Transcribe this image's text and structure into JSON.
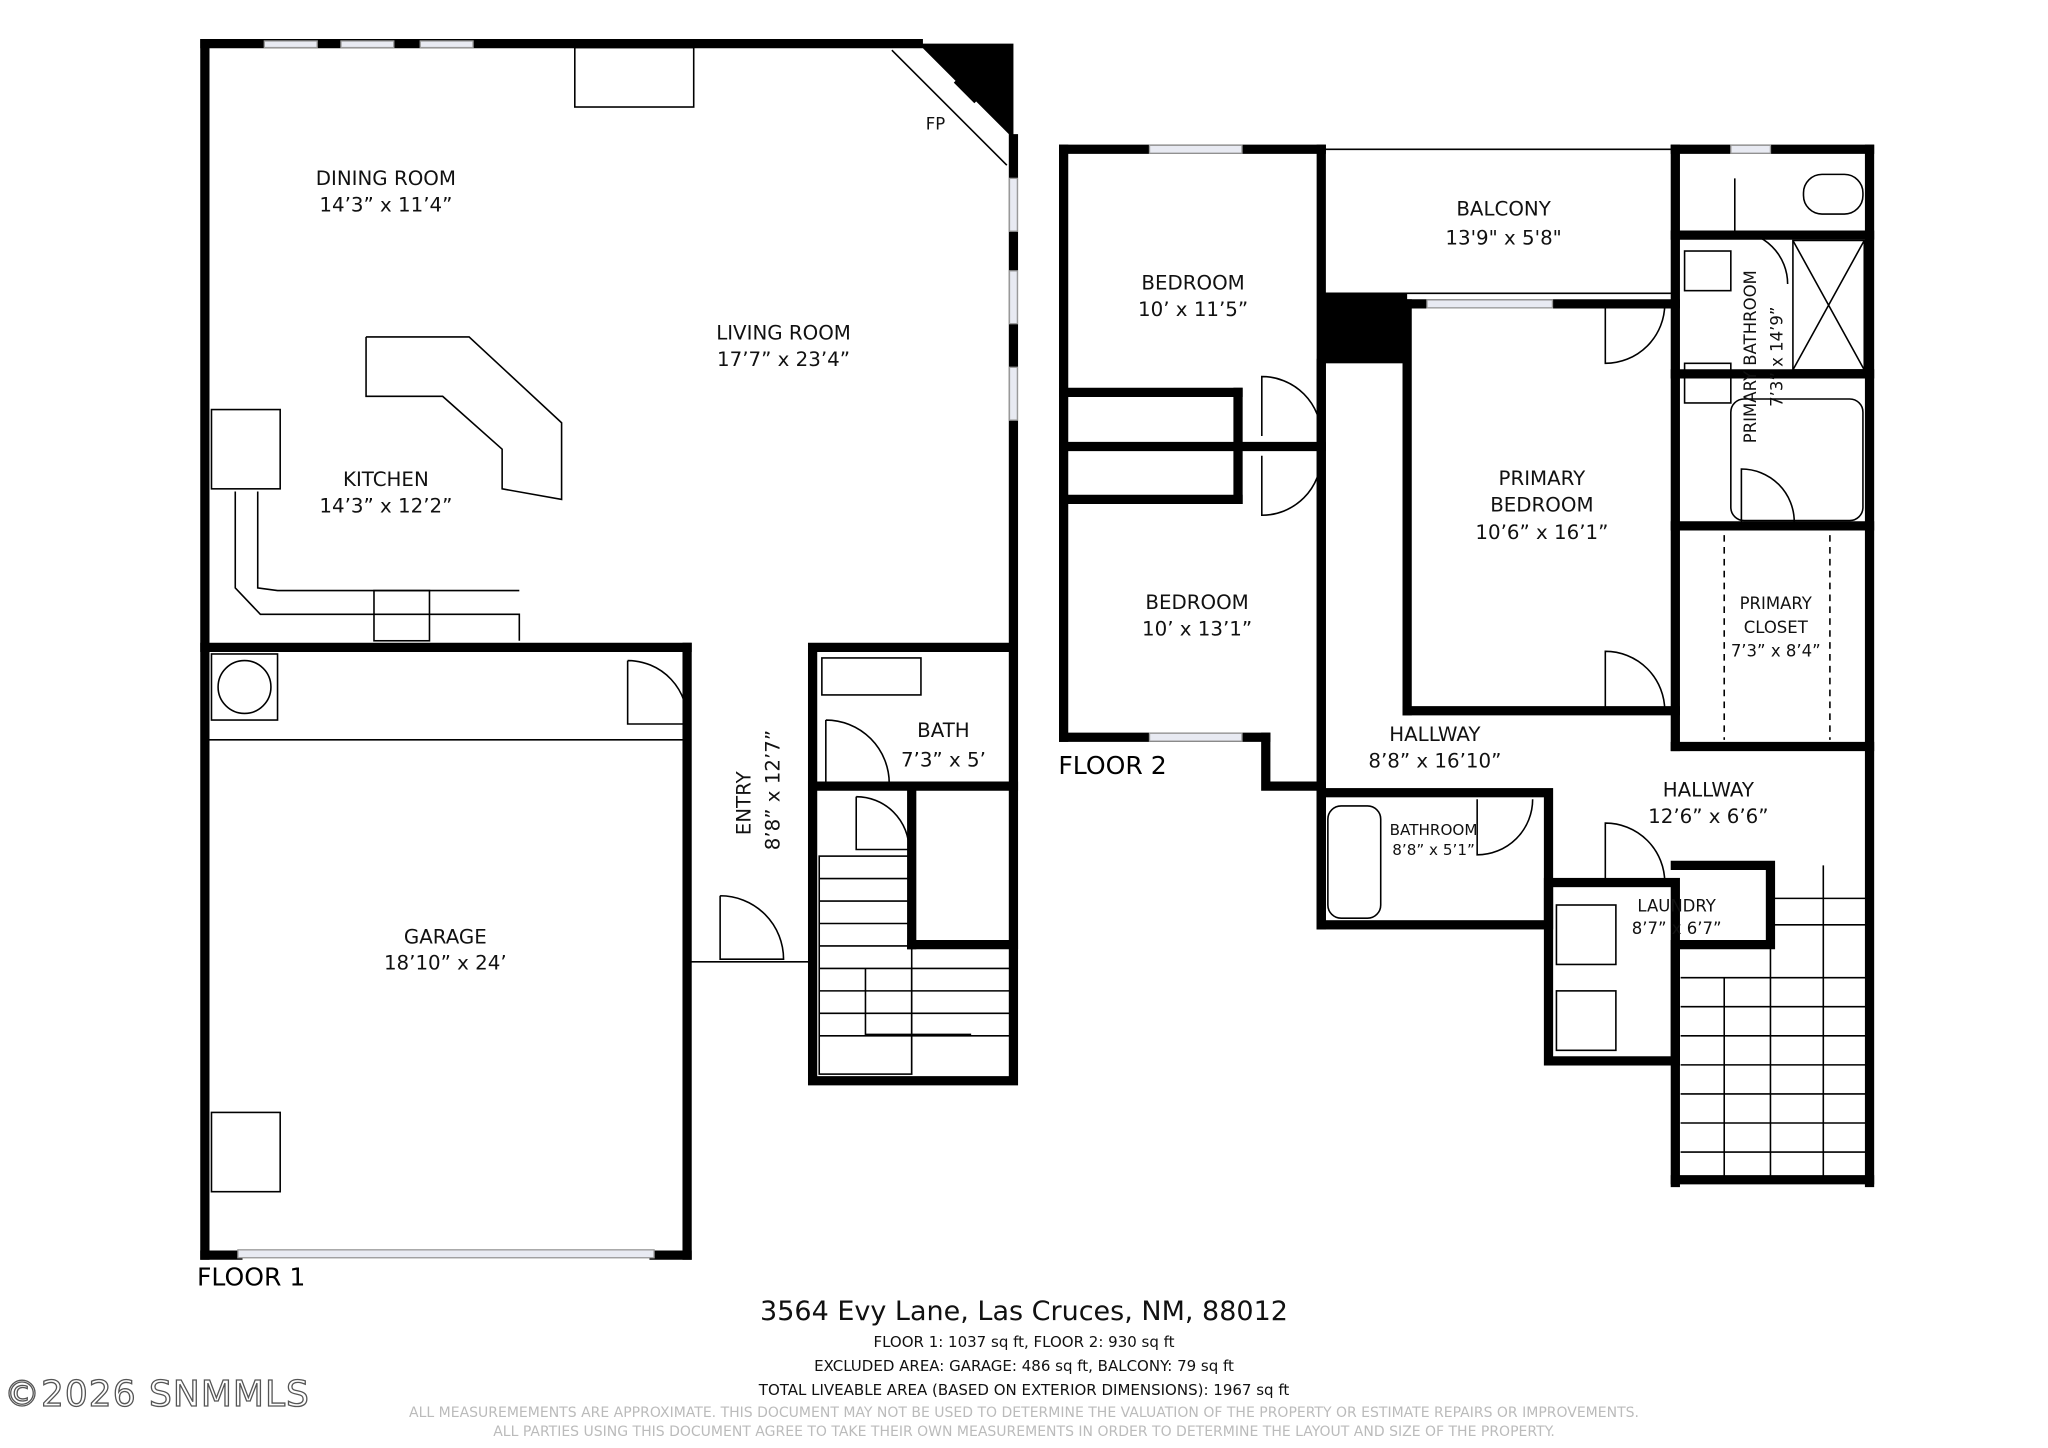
{
  "floor1": {
    "label": "FLOOR 1",
    "rooms": {
      "dining": {
        "name": "DINING ROOM",
        "dims": "14’3” x 11’4”"
      },
      "living": {
        "name": "LIVING ROOM",
        "dims": "17’7” x 23’4”"
      },
      "kitchen": {
        "name": "KITCHEN",
        "dims": "14’3” x 12’2”"
      },
      "fireplace": {
        "name": "FP"
      },
      "bath": {
        "name": "BATH",
        "dims": "7’3” x 5’"
      },
      "entry": {
        "name": "ENTRY",
        "dims": "8’8” x 12’7”"
      },
      "garage": {
        "name": "GARAGE",
        "dims": "18’10” x 24’"
      }
    }
  },
  "floor2": {
    "label": "FLOOR 2",
    "rooms": {
      "bedroom1": {
        "name": "BEDROOM",
        "dims": "10’ x 11’5”"
      },
      "bedroom2": {
        "name": "BEDROOM",
        "dims": "10’ x 13’1”"
      },
      "balcony": {
        "name": "BALCONY",
        "dims": "13'9\" x 5'8\""
      },
      "primary_bath": {
        "name": "PRIMARY BATHROOM",
        "dims": "7’3” x 14’9”"
      },
      "primary_bedroom": {
        "name1": "PRIMARY",
        "name2": "BEDROOM",
        "dims": "10’6” x 16’1”"
      },
      "primary_closet": {
        "name1": "PRIMARY",
        "name2": "CLOSET",
        "dims": "7’3” x 8’4”"
      },
      "hallway1": {
        "name": "HALLWAY",
        "dims": "8’8” x 16’10”"
      },
      "hallway2": {
        "name": "HALLWAY",
        "dims": "12’6” x 6’6”"
      },
      "bathroom": {
        "name": "BATHROOM",
        "dims": "8’8” x 5’1”"
      },
      "laundry": {
        "name": "LAUNDRY",
        "dims": "8’7” x 6’7”"
      }
    }
  },
  "footer": {
    "address": "3564 Evy Lane, Las Cruces, NM, 88012",
    "floor_areas": "FLOOR 1: 1037 sq ft, FLOOR 2: 930 sq ft",
    "excluded": "EXCLUDED AREA: GARAGE: 486 sq ft, BALCONY: 79 sq ft",
    "total": "TOTAL LIVEABLE AREA (BASED ON EXTERIOR DIMENSIONS): 1967 sq ft",
    "disclaimer1": "ALL MEASUREMEMENTS ARE APPROXIMATE. THIS DOCUMENT MAY NOT BE USED TO DETERMINE THE VALUATION OF THE PROPERTY OR ESTIMATE REPAIRS OR IMPROVEMENTS.",
    "disclaimer2": "ALL PARTIES USING THIS DOCUMENT AGREE TO TAKE THEIR OWN MEASUREMENTS IN ORDER TO DETERMINE THE LAYOUT AND SIZE OF THE PROPERTY."
  },
  "watermark": "©2026 SNMMLS"
}
